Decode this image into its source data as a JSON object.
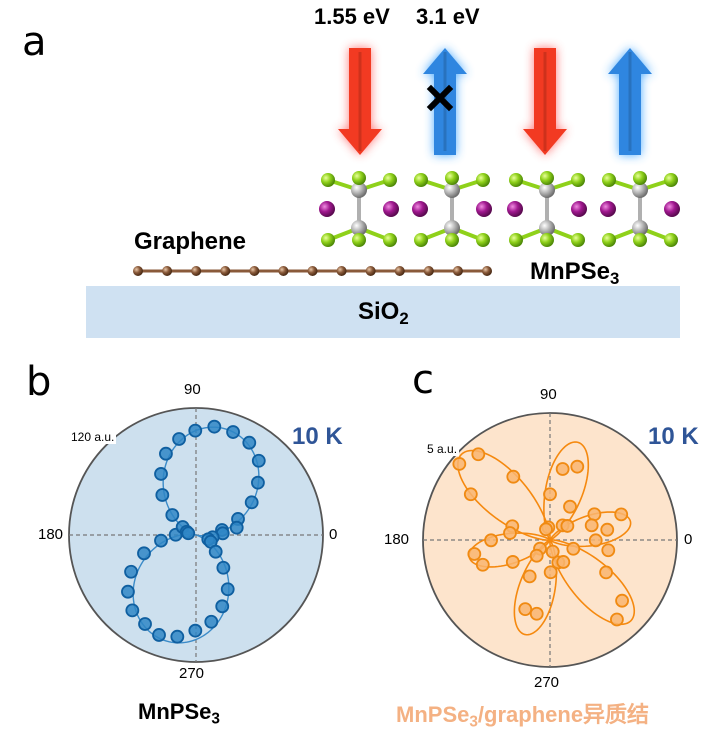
{
  "panel_a": {
    "label": "a",
    "energy_labels": [
      "1.55 eV",
      "3.1 eV"
    ],
    "arrows": [
      {
        "kind": "excitation",
        "direction": "down",
        "color": "#f23a22",
        "glow": "#ff6b6b",
        "blocked": false
      },
      {
        "kind": "emission",
        "direction": "up",
        "color": "#2f86e0",
        "glow": "#3aa3ff",
        "blocked": true
      },
      {
        "kind": "excitation",
        "direction": "down",
        "color": "#f23a22",
        "glow": "#ff6b6b",
        "blocked": false
      },
      {
        "kind": "emission",
        "direction": "up",
        "color": "#2f86e0",
        "glow": "#3aa3ff",
        "blocked": false
      }
    ],
    "graphene_label": "Graphene",
    "mnpse3_label": {
      "main": "MnPSe",
      "sub": "3"
    },
    "substrate_label": {
      "main": "SiO",
      "sub": "2"
    },
    "atom_colors": {
      "se": "#8fd11a",
      "p": "#b8b8b8",
      "mn": "#a0188f",
      "c": "#8a5a3a"
    },
    "substrate_color": "#cfe1f2",
    "mnpse3_units": 4,
    "graphene_atoms": 13
  },
  "chart_data": [
    {
      "type": "scatter",
      "projection": "polar",
      "panel_label": "b",
      "title": "",
      "caption": {
        "main": "MnPSe",
        "sub": "3",
        "color": "#000000"
      },
      "temperature": "10 K",
      "temperature_color": "#2f5597",
      "radial_max_label": "120 a.u.",
      "radial_max": 120,
      "angle_ticks": [
        "0",
        "90",
        "180",
        "270"
      ],
      "background": "#cde0ee",
      "marker_color": "#2f86c6",
      "marker_edge": "#0f5fa0",
      "fit_color": "#3b8bc8",
      "fit": {
        "model": "r = A*|cos(theta - phi)|^n",
        "A": 104,
        "phi_deg": 75,
        "n": 1.5
      },
      "points": [
        {
          "theta": 90.4,
          "r": 98.6
        },
        {
          "theta": 80.4,
          "r": 103.8
        },
        {
          "theta": 70.2,
          "r": 103.4
        },
        {
          "theta": 60.0,
          "r": 100.7
        },
        {
          "theta": 49.8,
          "r": 91.9
        },
        {
          "theta": 40.2,
          "r": 76.6
        },
        {
          "theta": 30.4,
          "r": 61.0
        },
        {
          "theta": 20.9,
          "r": 42.5
        },
        {
          "theta": 10.2,
          "r": 39.1
        },
        {
          "theta": 10.9,
          "r": 25.0
        },
        {
          "theta": 3.6,
          "r": 25.3
        },
        {
          "theta": 352.2,
          "r": 15.9
        },
        {
          "theta": 340.7,
          "r": 12.3
        },
        {
          "theta": 335.5,
          "r": 15.3
        },
        {
          "theta": 319.7,
          "r": 24.4
        },
        {
          "theta": 309.9,
          "r": 40.3
        },
        {
          "theta": 300.3,
          "r": 59.4
        },
        {
          "theta": 290.2,
          "r": 71.8
        },
        {
          "theta": 280.0,
          "r": 83.2
        },
        {
          "theta": 269.6,
          "r": 90.4
        },
        {
          "theta": 259.6,
          "r": 97.7
        },
        {
          "theta": 249.7,
          "r": 100.7
        },
        {
          "theta": 240.2,
          "r": 96.9
        },
        {
          "theta": 229.8,
          "r": 93.2
        },
        {
          "theta": 219.8,
          "r": 83.7
        },
        {
          "theta": 209.5,
          "r": 70.5
        },
        {
          "theta": 199.4,
          "r": 52.1
        },
        {
          "theta": 189.2,
          "r": 33.5
        },
        {
          "theta": 179.2,
          "r": 19.2
        },
        {
          "theta": 149.0,
          "r": 14.7
        },
        {
          "theta": 160.5,
          "r": 9.3
        },
        {
          "theta": 167.5,
          "r": 7.5
        },
        {
          "theta": 139.8,
          "r": 29.3
        },
        {
          "theta": 130.1,
          "r": 49.4
        },
        {
          "theta": 119.8,
          "r": 66.5
        },
        {
          "theta": 110.3,
          "r": 81.9
        },
        {
          "theta": 100.0,
          "r": 92.1
        }
      ]
    },
    {
      "type": "scatter",
      "projection": "polar",
      "panel_label": "c",
      "title": "",
      "caption": {
        "main": "MnPSe",
        "sub": "3",
        "rest": "/graphene异质结",
        "color": "#f4b183"
      },
      "temperature": "10 K",
      "temperature_color": "#2f5597",
      "radial_max_label": "5 a.u.",
      "radial_max": 5,
      "angle_ticks": [
        "0",
        "90",
        "180",
        "270"
      ],
      "background": "#fde4cc",
      "marker_color": "#f9b56e",
      "marker_edge": "#f08a12",
      "fit_color": "#f5890f",
      "fit": {
        "model": "six petals, r = A_k*cos^n(theta - phi_k)",
        "n": 10,
        "petals": [
          {
            "phi_deg": 13,
            "A": 3.25
          },
          {
            "phi_deg": 74,
            "A": 4.0
          },
          {
            "phi_deg": 136,
            "A": 4.85
          },
          {
            "phi_deg": 192,
            "A": 3.25
          },
          {
            "phi_deg": 255,
            "A": 3.85
          },
          {
            "phi_deg": 315,
            "A": 4.5
          }
        ]
      },
      "points": [
        {
          "theta": 129.9,
          "r": 4.4
        },
        {
          "theta": 140.0,
          "r": 4.66
        },
        {
          "theta": 120.1,
          "r": 2.88
        },
        {
          "theta": 150.0,
          "r": 3.6
        },
        {
          "theta": 79.9,
          "r": 2.84
        },
        {
          "theta": 69.6,
          "r": 3.08
        },
        {
          "theta": 90.0,
          "r": 1.8
        },
        {
          "theta": 59.0,
          "r": 1.53
        },
        {
          "theta": 30.1,
          "r": 2.02
        },
        {
          "theta": 19.8,
          "r": 2.98
        },
        {
          "theta": 19.4,
          "r": 1.74
        },
        {
          "theta": 10.2,
          "r": 2.29
        },
        {
          "theta": 359.6,
          "r": 1.8
        },
        {
          "theta": 350.0,
          "r": 2.33
        },
        {
          "theta": 339.5,
          "r": 0.98
        },
        {
          "theta": 330.0,
          "r": 2.55
        },
        {
          "theta": 319.9,
          "r": 3.71
        },
        {
          "theta": 310.1,
          "r": 4.09
        },
        {
          "theta": 49.2,
          "r": 0.76
        },
        {
          "theta": 39.0,
          "r": 0.88
        },
        {
          "theta": 97.6,
          "r": 0.5
        },
        {
          "theta": 110.5,
          "r": 0.45
        },
        {
          "theta": 160.0,
          "r": 1.58
        },
        {
          "theta": 170.1,
          "r": 1.6
        },
        {
          "theta": 180.3,
          "r": 2.32
        },
        {
          "theta": 190.5,
          "r": 3.03
        },
        {
          "theta": 200.2,
          "r": 2.82
        },
        {
          "theta": 210.5,
          "r": 1.7
        },
        {
          "theta": 221.0,
          "r": 0.52
        },
        {
          "theta": 229.7,
          "r": 0.81
        },
        {
          "theta": 283.0,
          "r": 0.47
        },
        {
          "theta": 290.4,
          "r": 0.94
        },
        {
          "theta": 301.2,
          "r": 1.01
        },
        {
          "theta": 271.2,
          "r": 1.27
        },
        {
          "theta": 240.8,
          "r": 1.64
        },
        {
          "theta": 250.3,
          "r": 2.89
        },
        {
          "theta": 259.8,
          "r": 2.95
        }
      ]
    }
  ]
}
